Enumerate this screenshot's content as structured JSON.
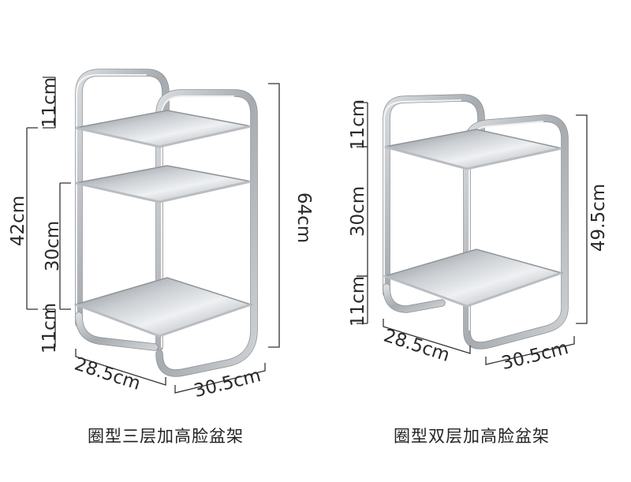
{
  "rack_three_tier": {
    "caption": "圈型三层加高脸盆架",
    "dims": {
      "top_gap": "11cm",
      "total_left": "42cm",
      "middle_gap": "30cm",
      "bottom_gap": "11cm",
      "total_height": "64cm",
      "depth": "28.5cm",
      "width": "30.5cm"
    }
  },
  "rack_two_tier": {
    "caption": "圈型双层加高脸盆架",
    "dims": {
      "top_gap": "11cm",
      "middle_gap": "30cm",
      "bottom_gap": "11cm",
      "total_height": "49.5cm",
      "depth": "28.5cm",
      "width": "30.5cm"
    }
  },
  "colors": {
    "steel_light": "#eef0f2",
    "steel_mid": "#b7bcc1",
    "steel_dark": "#6f757b",
    "text": "#2a2a2a"
  }
}
